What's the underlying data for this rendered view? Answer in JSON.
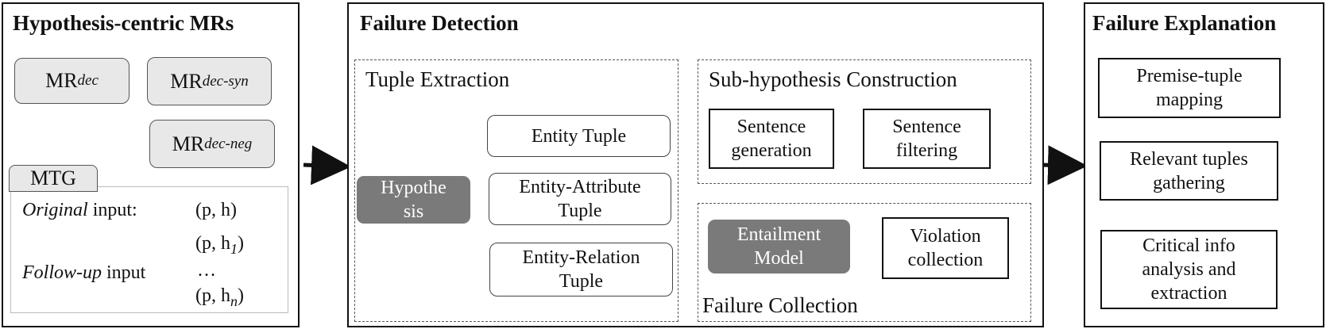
{
  "panels": {
    "mrs": {
      "title": "Hypothesis-centric MRs",
      "mr_base": "MR",
      "mr_dec_sub": "dec",
      "mr_syn_sub": "dec-syn",
      "mr_neg_sub": "dec-neg",
      "mtg_label": "MTG",
      "original_word": "Original",
      "original_rest": " input:",
      "original_pair": "(p, h)",
      "followup_word": "Follow-up",
      "followup_rest": " input",
      "pair_1_prefix": "(p, h",
      "pair_1_sub": "1",
      "pair_close": ")",
      "ellipsis": "…",
      "pair_n_prefix": "(p, h",
      "pair_n_sub": "n"
    },
    "detection": {
      "title": "Failure Detection",
      "tuple_section": "Tuple Extraction",
      "hypothesis_line1": "Hypothe",
      "hypothesis_line2": "sis",
      "entity_tuple": "Entity Tuple",
      "ea_line1": "Entity-Attribute",
      "ea_line2": "Tuple",
      "er_line1": "Entity-Relation",
      "er_line2": "Tuple",
      "subhyp_section": "Sub-hypothesis Construction",
      "sent_gen_line1": "Sentence",
      "sent_gen_line2": "generation",
      "sent_filt_line1": "Sentence",
      "sent_filt_line2": "filtering",
      "failure_collection_section": "Failure Collection",
      "entail_line1": "Entailment",
      "entail_line2": "Model",
      "violation_line1": "Violation",
      "violation_line2": "collection"
    },
    "explanation": {
      "title": "Failure Explanation",
      "premise_line1": "Premise-tuple",
      "premise_line2": "mapping",
      "relevant_line1": "Relevant tuples",
      "relevant_line2": "gathering",
      "critical_line1": "Critical info",
      "critical_line2": "analysis and",
      "critical_line3": "extraction"
    }
  }
}
